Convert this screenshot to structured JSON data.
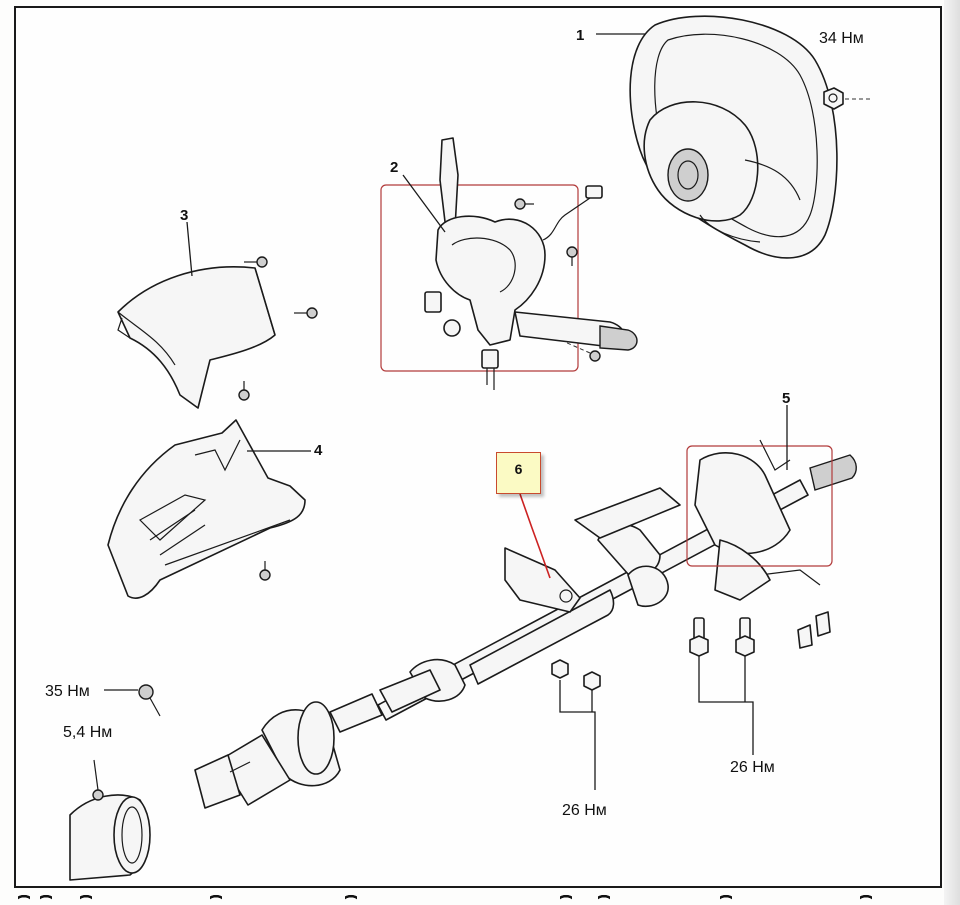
{
  "callouts": {
    "part_1": "1",
    "part_2": "2",
    "part_3": "3",
    "part_4": "4",
    "part_5": "5",
    "part_6": "6"
  },
  "torques": {
    "nut_steering_wheel": "34 Нм",
    "bolt_bracket": "35 Нм",
    "clamp": "5,4 Нм",
    "column_nuts": "26 Нм",
    "column_bolts": "26 Нм"
  },
  "colors": {
    "highlight_box": "#b23b3b",
    "callout_fill": "#fbfac4",
    "callout_border": "#c84a2e",
    "annotation_line": "#cc2222"
  }
}
